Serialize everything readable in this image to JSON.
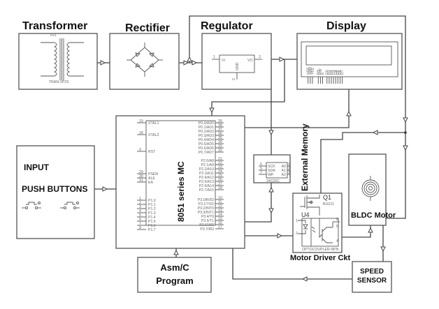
{
  "blocks": {
    "transformer": {
      "title": "Transformer",
      "ref": "TR1",
      "part": "TRAN-2P2S"
    },
    "rectifier": {
      "title": "Rectifier"
    },
    "regulator": {
      "title": "Regulator",
      "pin_in": "1",
      "pin_out": "3",
      "pin_gnd": "2",
      "label_vi": "VI",
      "label_vo": "VO",
      "label_gnd": "GND"
    },
    "display": {
      "title": "Display",
      "pins": [
        "VSS",
        "VDD",
        "VEE",
        "RS",
        "RW",
        "E",
        "D0",
        "D1",
        "D2",
        "D3",
        "D4",
        "D5",
        "D6",
        "D7"
      ],
      "pin_numbers": [
        "1",
        "2",
        "3",
        "4",
        "5",
        "6",
        "7",
        "8",
        "9",
        "10",
        "11",
        "12",
        "13",
        "14"
      ]
    },
    "mcu": {
      "title": "8051 series MC",
      "left_pins": [
        {
          "num": "19",
          "name": "XTAL1"
        },
        {
          "num": "18",
          "name": "XTAL2"
        },
        {
          "num": "9",
          "name": "RST"
        },
        {
          "num": "29",
          "name": "PSEN"
        },
        {
          "num": "30",
          "name": "ALE"
        },
        {
          "num": "31",
          "name": "EA"
        },
        {
          "num": "1",
          "name": "P1.0"
        },
        {
          "num": "2",
          "name": "P1.1"
        },
        {
          "num": "3",
          "name": "P1.2"
        },
        {
          "num": "4",
          "name": "P1.3"
        },
        {
          "num": "5",
          "name": "P1.4"
        },
        {
          "num": "6",
          "name": "P1.5"
        },
        {
          "num": "7",
          "name": "P1.6"
        },
        {
          "num": "8",
          "name": "P1.7"
        }
      ],
      "right_pins": [
        {
          "num": "39",
          "name": "P0.0/AD0"
        },
        {
          "num": "38",
          "name": "P0.1/AD1"
        },
        {
          "num": "37",
          "name": "P0.2/AD2"
        },
        {
          "num": "36",
          "name": "P0.3/AD3"
        },
        {
          "num": "35",
          "name": "P0.4/AD4"
        },
        {
          "num": "34",
          "name": "P0.5/AD5"
        },
        {
          "num": "33",
          "name": "P0.6/AD6"
        },
        {
          "num": "32",
          "name": "P0.7/AD7"
        },
        {
          "num": "21",
          "name": "P2.0/A8"
        },
        {
          "num": "22",
          "name": "P2.1/A9"
        },
        {
          "num": "23",
          "name": "P2.2/A10"
        },
        {
          "num": "24",
          "name": "P2.3/A11"
        },
        {
          "num": "25",
          "name": "P2.4/A12"
        },
        {
          "num": "26",
          "name": "P2.5/A13"
        },
        {
          "num": "27",
          "name": "P2.6/A14"
        },
        {
          "num": "28",
          "name": "P2.7/A15"
        },
        {
          "num": "10",
          "name": "P3.0/RXD"
        },
        {
          "num": "11",
          "name": "P3.1/TXD"
        },
        {
          "num": "12",
          "name": "P3.2/INT0"
        },
        {
          "num": "13",
          "name": "P3.3/INT1"
        },
        {
          "num": "14",
          "name": "P3.4/T0"
        },
        {
          "num": "15",
          "name": "P3.5/T1"
        },
        {
          "num": "16",
          "name": "P3.6/WR"
        },
        {
          "num": "17",
          "name": "P3.7/RD"
        }
      ]
    },
    "input": {
      "title_line1": "INPUT",
      "title_line2": "PUSH BUTTONS"
    },
    "memory": {
      "title": "External Memory",
      "part": "24C02C",
      "left_pins": [
        {
          "num": "6",
          "name": "SCK"
        },
        {
          "num": "5",
          "name": "SDA"
        },
        {
          "num": "7",
          "name": "WP"
        }
      ],
      "right_pins": [
        {
          "num": "1",
          "name": "A0"
        },
        {
          "num": "2",
          "name": "A1"
        },
        {
          "num": "3",
          "name": "A2"
        }
      ]
    },
    "motor_driver": {
      "title": "Motor Driver Ckt",
      "q_ref": "Q1",
      "q_part": "BUZ11",
      "u_ref": "U4",
      "u_part": "OPTOCOUPLER-NPN",
      "pins": [
        "1",
        "2",
        "6",
        "5",
        "4"
      ]
    },
    "motor": {
      "title": "BLDC Motor"
    },
    "program": {
      "title_line1": "Asm/C",
      "title_line2": "Program"
    },
    "speed_sensor": {
      "title_line1": "SPEED",
      "title_line2": "SENSOR"
    }
  }
}
